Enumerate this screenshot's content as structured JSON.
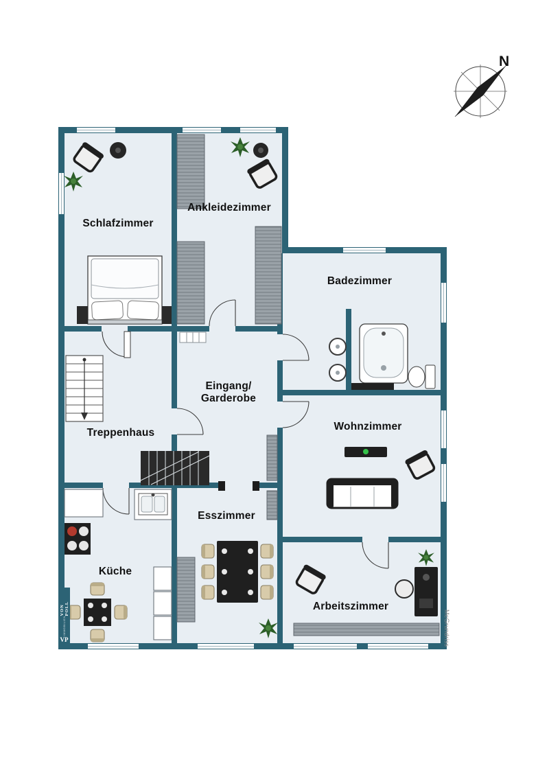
{
  "compass": {
    "label": "N"
  },
  "rooms": {
    "schlafzimmer": {
      "label": "Schlafzimmer"
    },
    "ankleidezimmer": {
      "label": "Ankleidezimmer"
    },
    "badezimmer": {
      "label": "Badezimmer"
    },
    "eingang": {
      "label_line1": "Eingang/",
      "label_line2": "Garderobe"
    },
    "treppenhaus": {
      "label": "Treppenhaus"
    },
    "wohnzimmer": {
      "label": "Wohnzimmer"
    },
    "esszimmer": {
      "label": "Esszimmer"
    },
    "kueche": {
      "label": "Küche"
    },
    "arbeitszimmer": {
      "label": "Arbeitszimmer"
    }
  },
  "branding": {
    "monogram": "VP",
    "name": "VON POLL",
    "subtitle": "IMMOBILIEN"
  },
  "watermark": "McGrundriss",
  "colors": {
    "wall": "#2c6375",
    "floor": "#e8eef3",
    "dark_furniture": "#1f1f1f",
    "wood_gray": "#9aa2a8",
    "chair_beige": "#d8cbaa",
    "plant_green": "#2c5e28",
    "accent_green": "#35c24a"
  }
}
